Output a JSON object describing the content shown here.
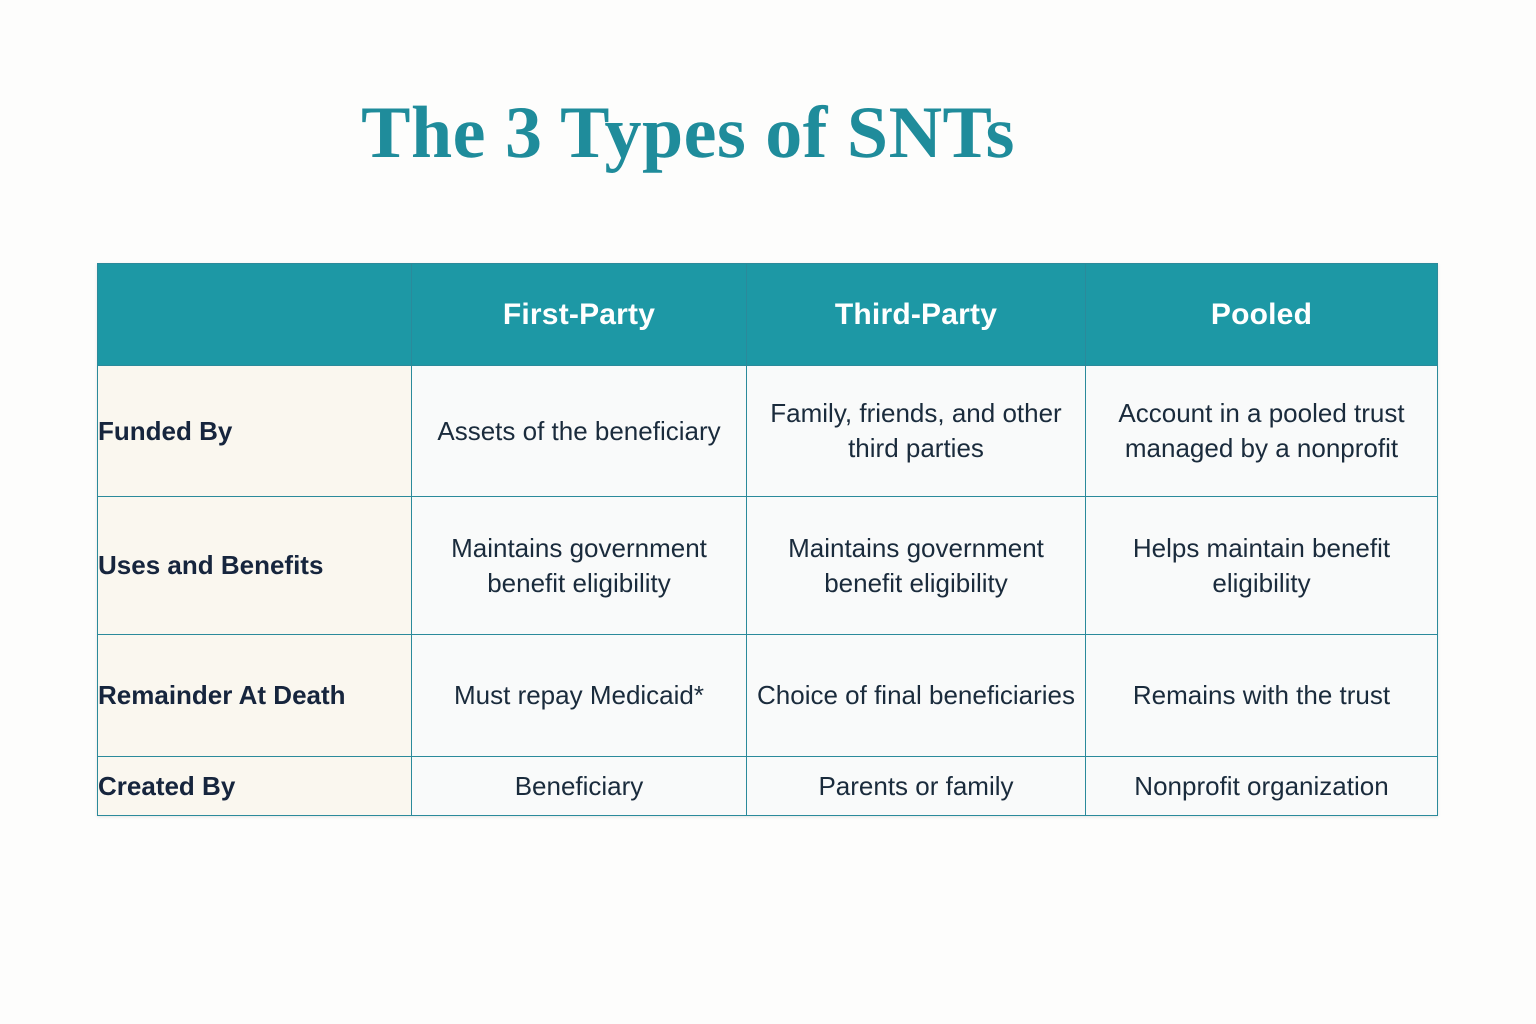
{
  "title": "The 3 Types of SNTs",
  "colors": {
    "title_teal": "#1f8c9b",
    "header_bg": "#1d98a5",
    "header_text": "#ffffff",
    "border": "#2b8a9b",
    "label_col_bg": "#faf7ef",
    "data_cell_bg": "#f9fafa",
    "body_text": "#1a2b3c",
    "page_bg": "#fdfdfc"
  },
  "table": {
    "headers": [
      "",
      "First-Party",
      "Third-Party",
      "Pooled"
    ],
    "rows": [
      {
        "label": "Funded By",
        "cells": [
          "Assets of the beneficiary",
          "Family, friends, and other third parties",
          "Account in a pooled trust managed by a nonprofit"
        ]
      },
      {
        "label": "Uses and Benefits",
        "cells": [
          "Maintains government benefit eligibility",
          "Maintains government benefit eligibility",
          "Helps maintain benefit eligibility"
        ]
      },
      {
        "label": "Remainder At Death",
        "cells": [
          "Must repay Medicaid*",
          "Choice of final beneficiaries",
          "Remains with the trust"
        ]
      },
      {
        "label": "Created By",
        "cells": [
          "Beneficiary",
          "Parents or family",
          "Nonprofit organization"
        ]
      }
    ]
  }
}
